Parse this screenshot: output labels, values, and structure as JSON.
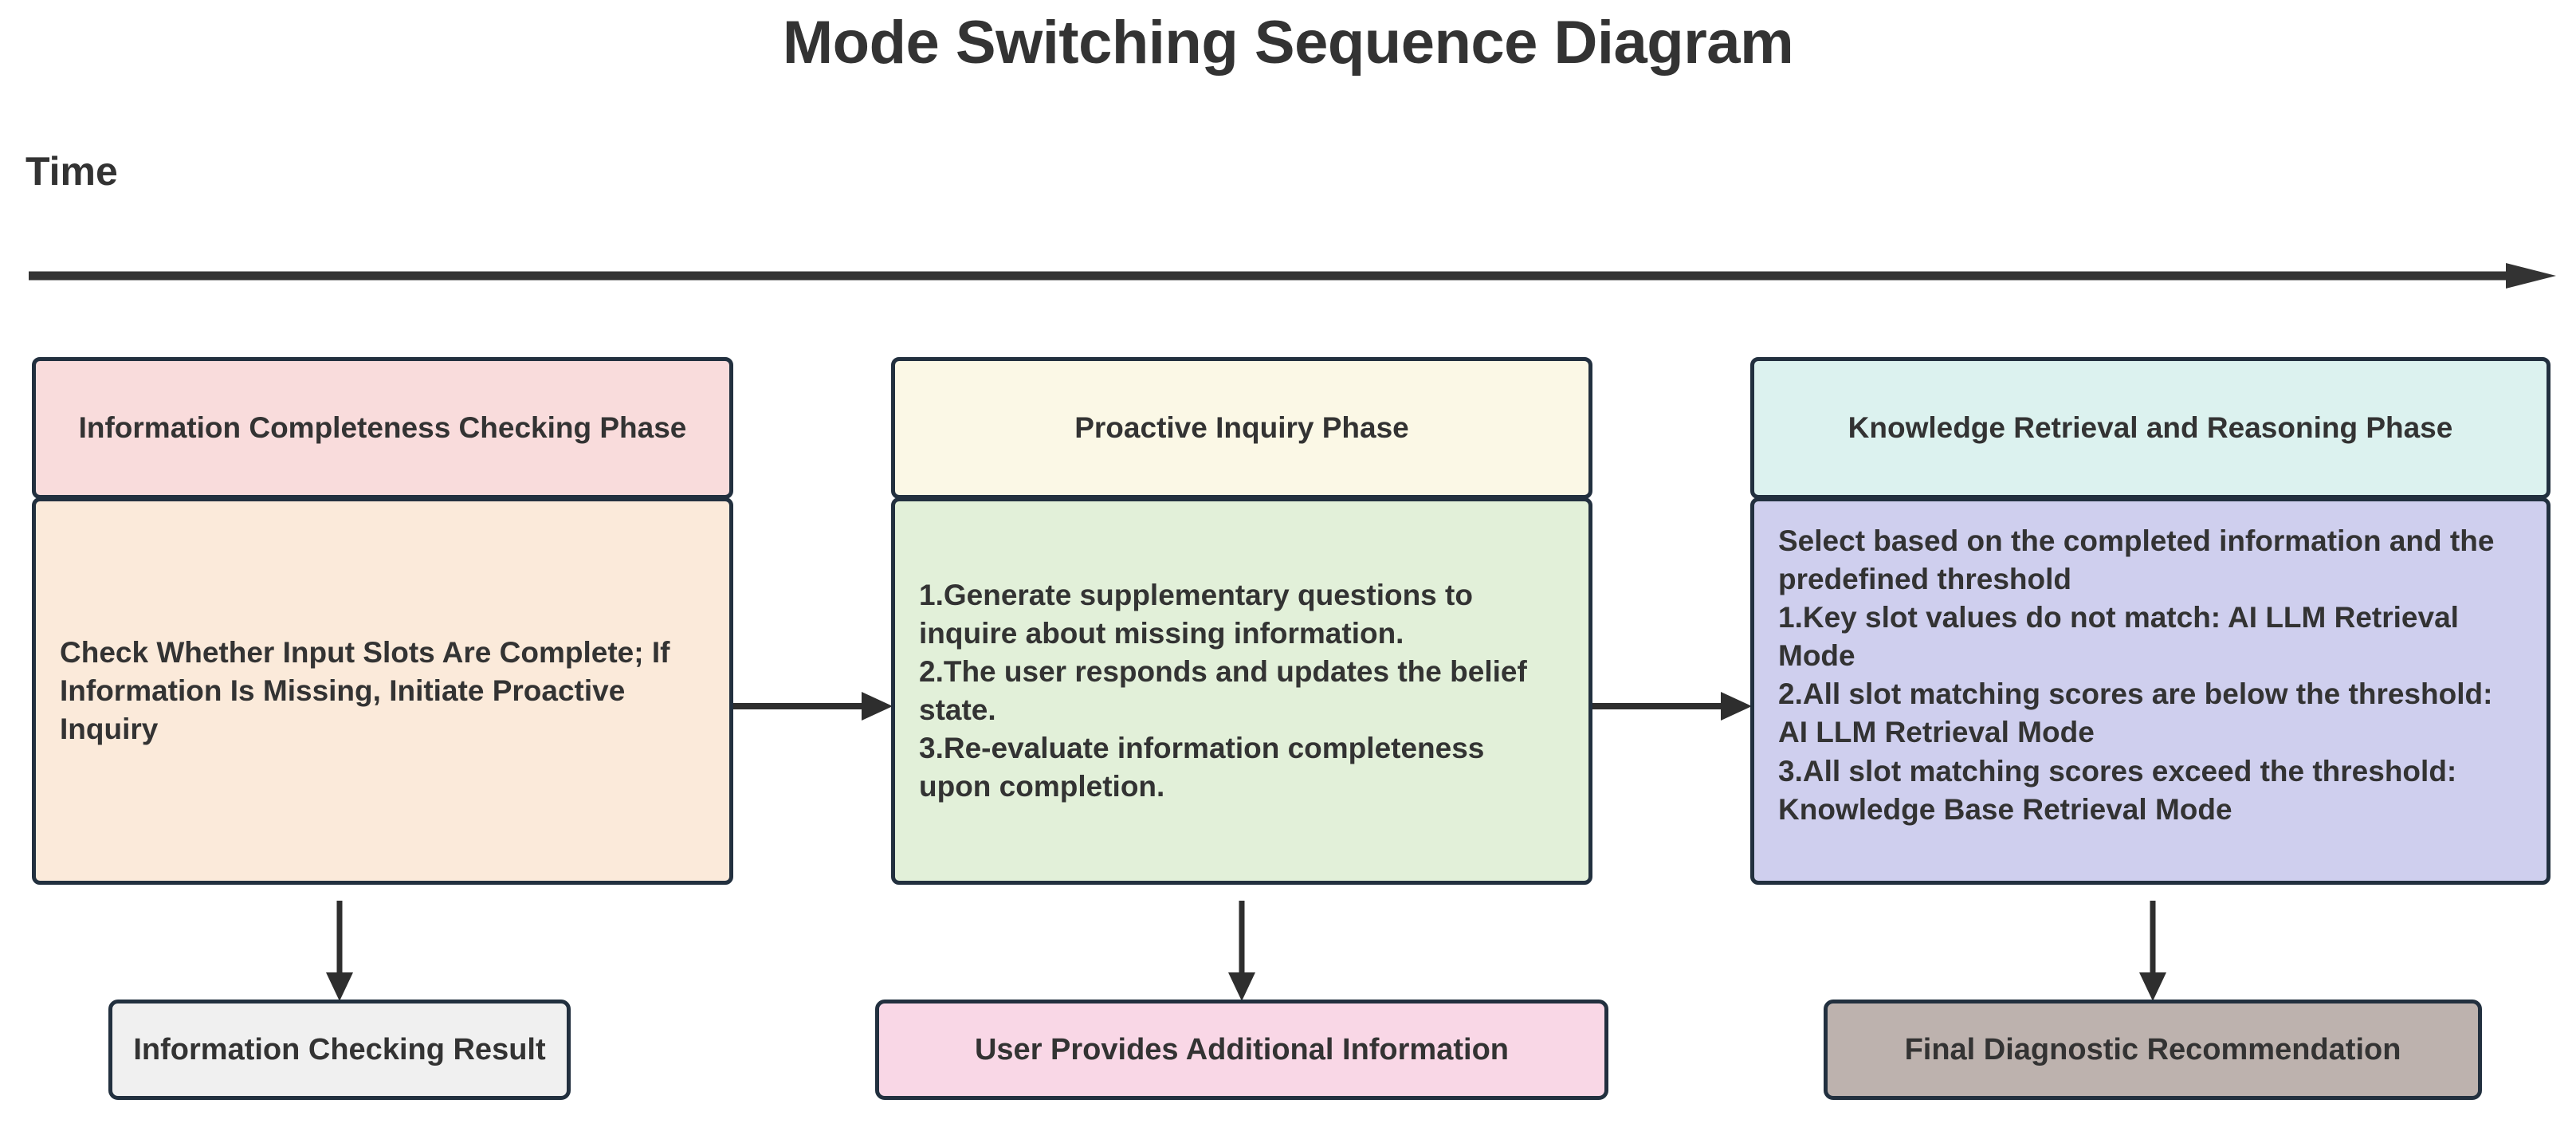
{
  "title": "Mode Switching Sequence Diagram",
  "time_axis": {
    "label": "Time",
    "arrow_icon": "right-arrow-icon"
  },
  "colors": {
    "stroke": "#22303f",
    "text": "#333333",
    "phase_1_header_bg": "#f9dcdc",
    "phase_1_body_bg": "#fbeada",
    "phase_2_header_bg": "#fbf8e6",
    "phase_2_body_bg": "#e2f0d9",
    "phase_3_header_bg": "#dcf2ef",
    "phase_3_body_bg": "#cfcfee",
    "outcome_1_bg": "#f0f0f0",
    "outcome_2_bg": "#f9d7e6",
    "outcome_3_bg": "#bdb2ae"
  },
  "columns": [
    {
      "header": "Information Completeness Checking Phase",
      "body": "Check Whether Input Slots Are Complete; If Information Is Missing, Initiate Proactive Inquiry",
      "outcome": "Information Checking Result"
    },
    {
      "header": "Proactive Inquiry Phase",
      "body": "1.Generate supplementary questions to inquire about missing information.\n2.The user responds and updates the belief state.\n3.Re-evaluate information completeness upon completion.",
      "outcome": "User Provides Additional Information"
    },
    {
      "header": "Knowledge Retrieval and Reasoning Phase",
      "body": "Select based on the completed information and the predefined threshold\n1.Key slot values do not match: AI LLM Retrieval Mode\n2.All slot matching scores are below the threshold: AI LLM Retrieval Mode\n3.All slot matching scores exceed the threshold: Knowledge Base Retrieval Mode",
      "outcome": "Final Diagnostic Recommendation"
    }
  ],
  "connectors": {
    "horizontal_icon": "right-arrow-icon",
    "vertical_icon": "down-arrow-icon"
  }
}
